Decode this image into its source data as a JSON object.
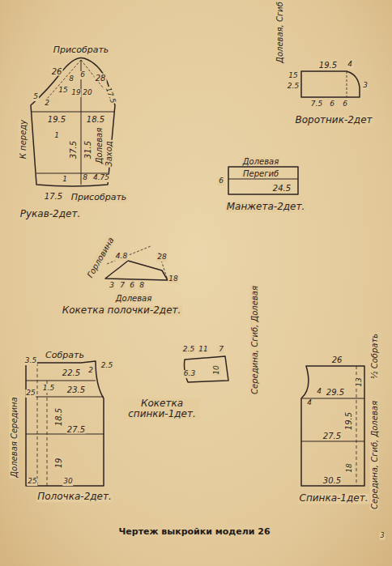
{
  "diagram": {
    "caption": "Чертеж выкройки модели 26",
    "labels": [
      "Присобрать",
      "26",
      "28",
      "8",
      "6",
      "15",
      "19",
      "20",
      "17.5",
      "5",
      "2",
      "19.5",
      "18.5",
      "1",
      "К переду",
      "37.5",
      "31.5",
      "Долевая",
      "Заход",
      "8",
      "4.75",
      "1",
      "17.5",
      "Присобрать",
      "Рукав-2дет.",
      "Долевая, Сгиб",
      "19.5",
      "4",
      "15",
      "2.5",
      "3",
      "7.5",
      "6",
      "6",
      "Воротник-2дет",
      "Долевая",
      "Перегиб",
      "6",
      "24.5",
      "Манжета-2дет.",
      "Горловина",
      "4.8",
      "28",
      "3",
      "7",
      "6",
      "8",
      "18",
      "Долевая",
      "Кокетка полочки-2дет.",
      "Собрать",
      "3.5",
      "2",
      "2.5",
      "22.5",
      "1.5",
      "23.5",
      "25",
      "18.5",
      "27.5",
      "Долевая Середина",
      "19",
      "25",
      "30",
      "Полочка-2дет.",
      "2.5",
      "11",
      "7",
      "6.3",
      "10",
      "Кокетка спинки-1дет.",
      "Середина, Сгиб, Долевая",
      "26",
      "½ Собрать",
      "4",
      "4",
      "29.5",
      "13",
      "19.5",
      "27.5",
      "Середина, Сгиб, Долевая",
      "18",
      "30.5",
      "Спинка-1дет.",
      "3"
    ]
  }
}
